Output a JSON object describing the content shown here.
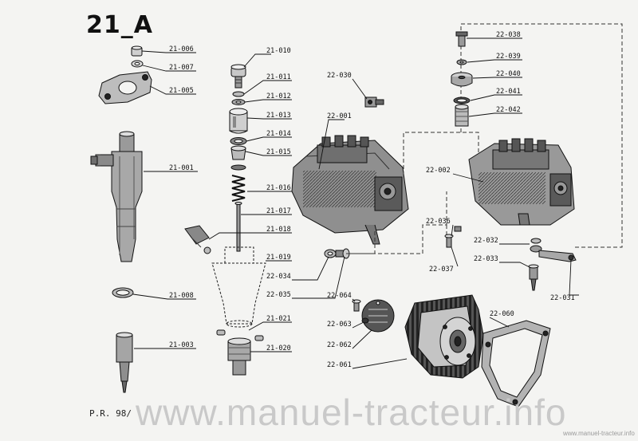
{
  "page_code": "21_A",
  "footer_ref": "P.R. 98/",
  "watermark": "www.manuel-tracteur.info",
  "watermark_small": "www.manuel-tracteur.info",
  "labels": {
    "l21_006": "21-006",
    "l21_007": "21-007",
    "l21_005": "21-005",
    "l21_001": "21-001",
    "l21_008": "21-008",
    "l21_003": "21-003",
    "l21_010": "21-010",
    "l21_011": "21-011",
    "l21_012": "21-012",
    "l21_013": "21-013",
    "l21_014": "21-014",
    "l21_015": "21-015",
    "l21_016": "21-016",
    "l21_017": "21-017",
    "l21_018": "21-018",
    "l21_019": "21-019",
    "l21_021": "21-021",
    "l21_020": "21-020",
    "l22_030": "22-030",
    "l22_001": "22-001",
    "l22_034": "22-034",
    "l22_035": "22-035",
    "l22_064": "22-064",
    "l22_063": "22-063",
    "l22_062": "22-062",
    "l22_061": "22-061",
    "l22_038": "22-038",
    "l22_039": "22-039",
    "l22_040": "22-040",
    "l22_041": "22-041",
    "l22_042": "22-042",
    "l22_002": "22-002",
    "l22_036": "22-036",
    "l22_037": "22-037",
    "l22_032": "22-032",
    "l22_033": "22-033",
    "l22_031": "22-031",
    "l22_060": "22-060"
  }
}
